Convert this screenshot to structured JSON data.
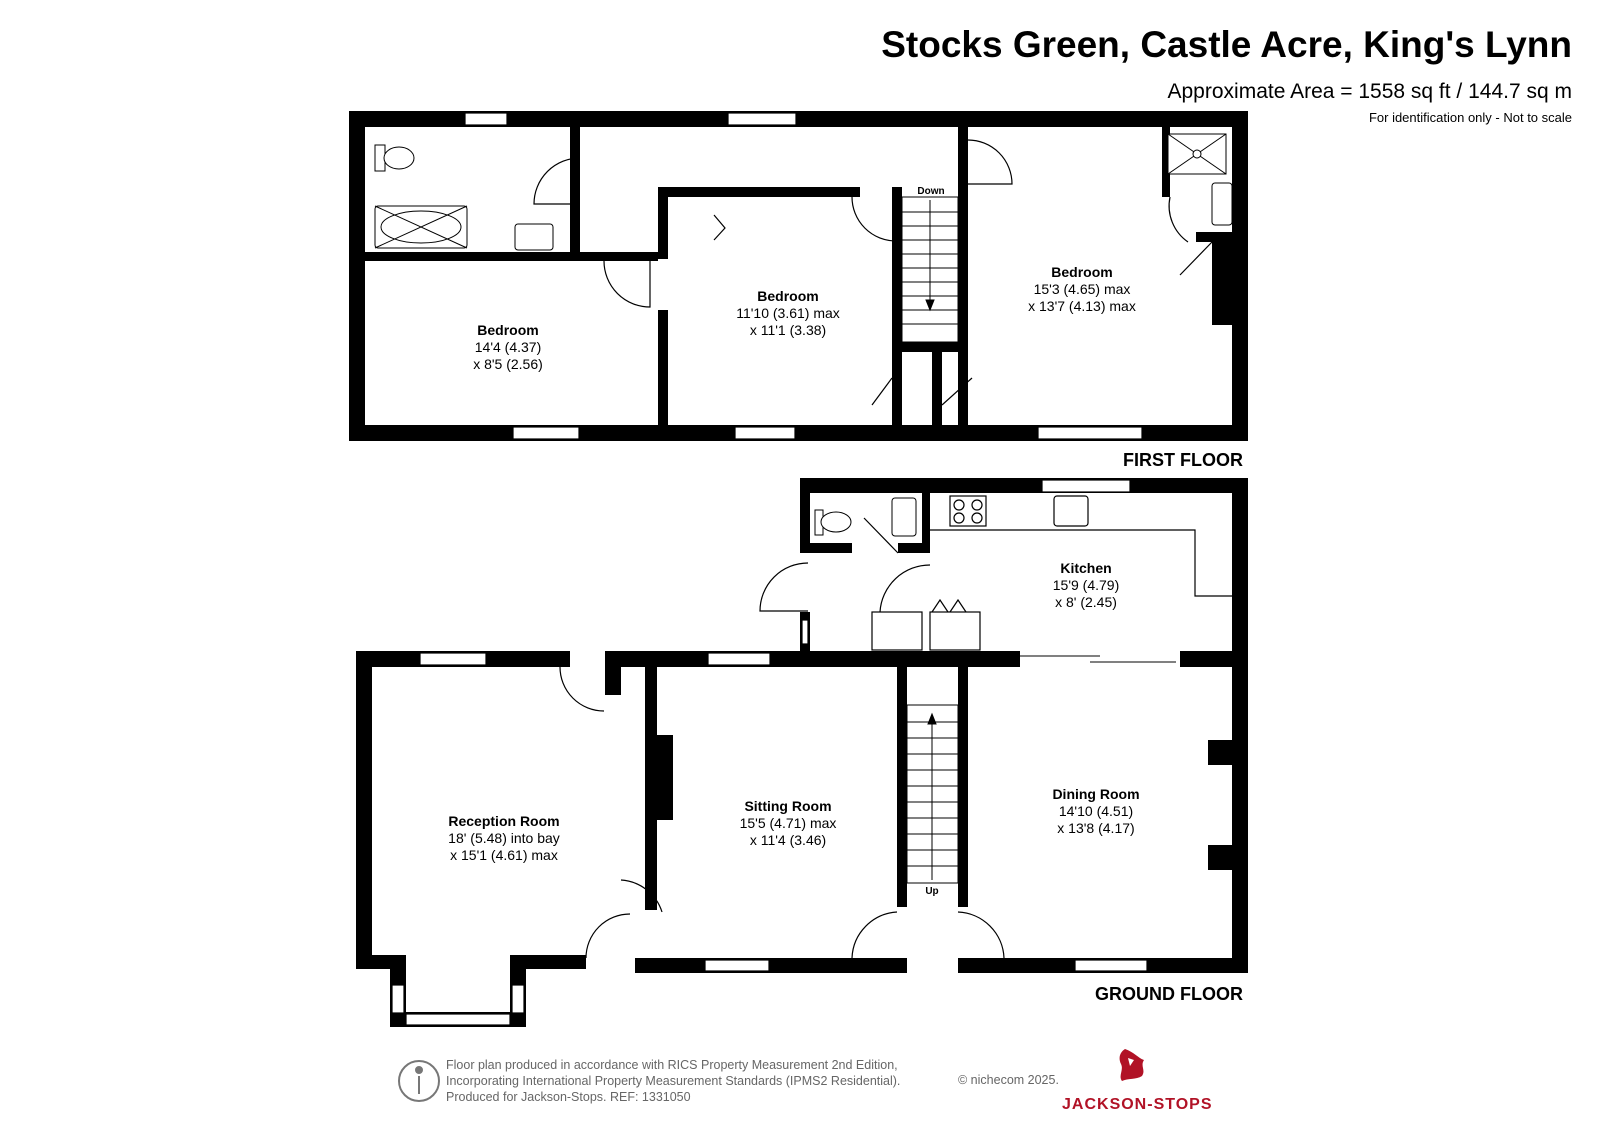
{
  "header": {
    "title": "Stocks Green, Castle Acre, King's Lynn",
    "area": "Approximate Area = 1558 sq ft / 144.7 sq m",
    "note": "For identification only - Not to scale"
  },
  "first_floor": {
    "label": "FIRST FLOOR",
    "stairs_label": "Down",
    "rooms": [
      {
        "name": "Bedroom",
        "dim1": "14'4 (4.37)",
        "dim2": "x 8'5 (2.56)"
      },
      {
        "name": "Bedroom",
        "dim1": "11'10 (3.61) max",
        "dim2": "x 11'1 (3.38)"
      },
      {
        "name": "Bedroom",
        "dim1": "15'3 (4.65) max",
        "dim2": "x 13'7 (4.13) max"
      }
    ]
  },
  "ground_floor": {
    "label": "GROUND FLOOR",
    "stairs_label": "Up",
    "rooms": [
      {
        "name": "Kitchen",
        "dim1": "15'9 (4.79)",
        "dim2": "x 8' (2.45)"
      },
      {
        "name": "Reception Room",
        "dim1": "18' (5.48) into bay",
        "dim2": "x 15'1 (4.61) max"
      },
      {
        "name": "Sitting Room",
        "dim1": "15'5 (4.71) max",
        "dim2": "x 11'4 (3.46)"
      },
      {
        "name": "Dining Room",
        "dim1": "14'10 (4.51)",
        "dim2": "x 13'8 (4.17)"
      }
    ]
  },
  "footer": {
    "line1": "Floor plan produced in accordance with RICS Property Measurement 2nd Edition,",
    "line2": "Incorporating International Property Measurement Standards (IPMS2 Residential).",
    "line3": "Produced for Jackson-Stops.   REF:  1331050",
    "copyright": "© nichecom 2025.",
    "brand": "JACKSON-STOPS"
  }
}
